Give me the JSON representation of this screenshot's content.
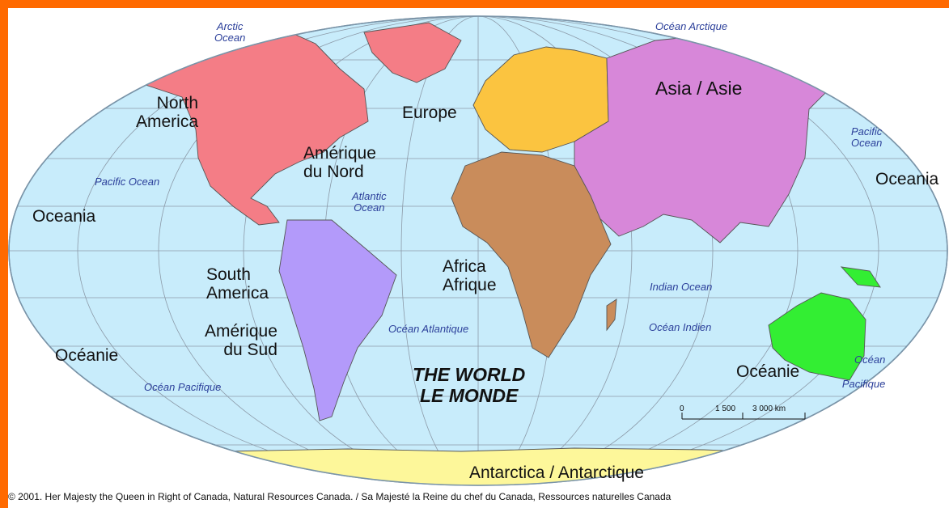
{
  "map": {
    "title_line1": "THE WORLD",
    "title_line2": "LE MONDE",
    "credit": "© 2001.  Her Majesty the Queen in Right of Canada, Natural Resources Canada. / Sa Majesté la Reine du chef du Canada, Ressources naturelles Canada",
    "continents": {
      "north_america_en": [
        "North",
        "America"
      ],
      "north_america_fr": [
        "Amérique",
        "du Nord"
      ],
      "south_america_en": [
        "South",
        "America"
      ],
      "south_america_fr": [
        "Amérique",
        "du Sud"
      ],
      "europe": "Europe",
      "asia": "Asia / Asie",
      "africa": [
        "Africa",
        "Afrique"
      ],
      "oceania_left": "Oceania",
      "oceanie_left": "Océanie",
      "oceania_right": "Oceania",
      "oceanie_right": "Océanie",
      "antarctica": "Antarctica / Antarctique"
    },
    "oceans": {
      "arctic_en": [
        "Arctic",
        "Ocean"
      ],
      "arctic_fr": "Océan Arctique",
      "pacific_en_left": "Pacific Ocean",
      "pacific_fr_left": "Océan Pacifique",
      "pacific_en_right": [
        "Pacific",
        "Ocean"
      ],
      "pacific_fr_right": [
        "Océan",
        "Pacifique"
      ],
      "atlantic_en": [
        "Atlantic",
        "Ocean"
      ],
      "atlantic_fr": "Océan Atlantique",
      "indian_en": "Indian Ocean",
      "indian_fr": "Océan Indien"
    },
    "scale": {
      "t0": "0",
      "t1": "1 500",
      "t2": "3 000 km"
    },
    "colors": {
      "ocean": "#c8ecfb",
      "north_america": "#f47d86",
      "south_america": "#b39afa",
      "europe": "#fbc440",
      "asia": "#d787d9",
      "africa": "#c98c5b",
      "oceania": "#33ee33",
      "antarctica": "#fdf79a",
      "frame": "#ff6a00"
    }
  }
}
